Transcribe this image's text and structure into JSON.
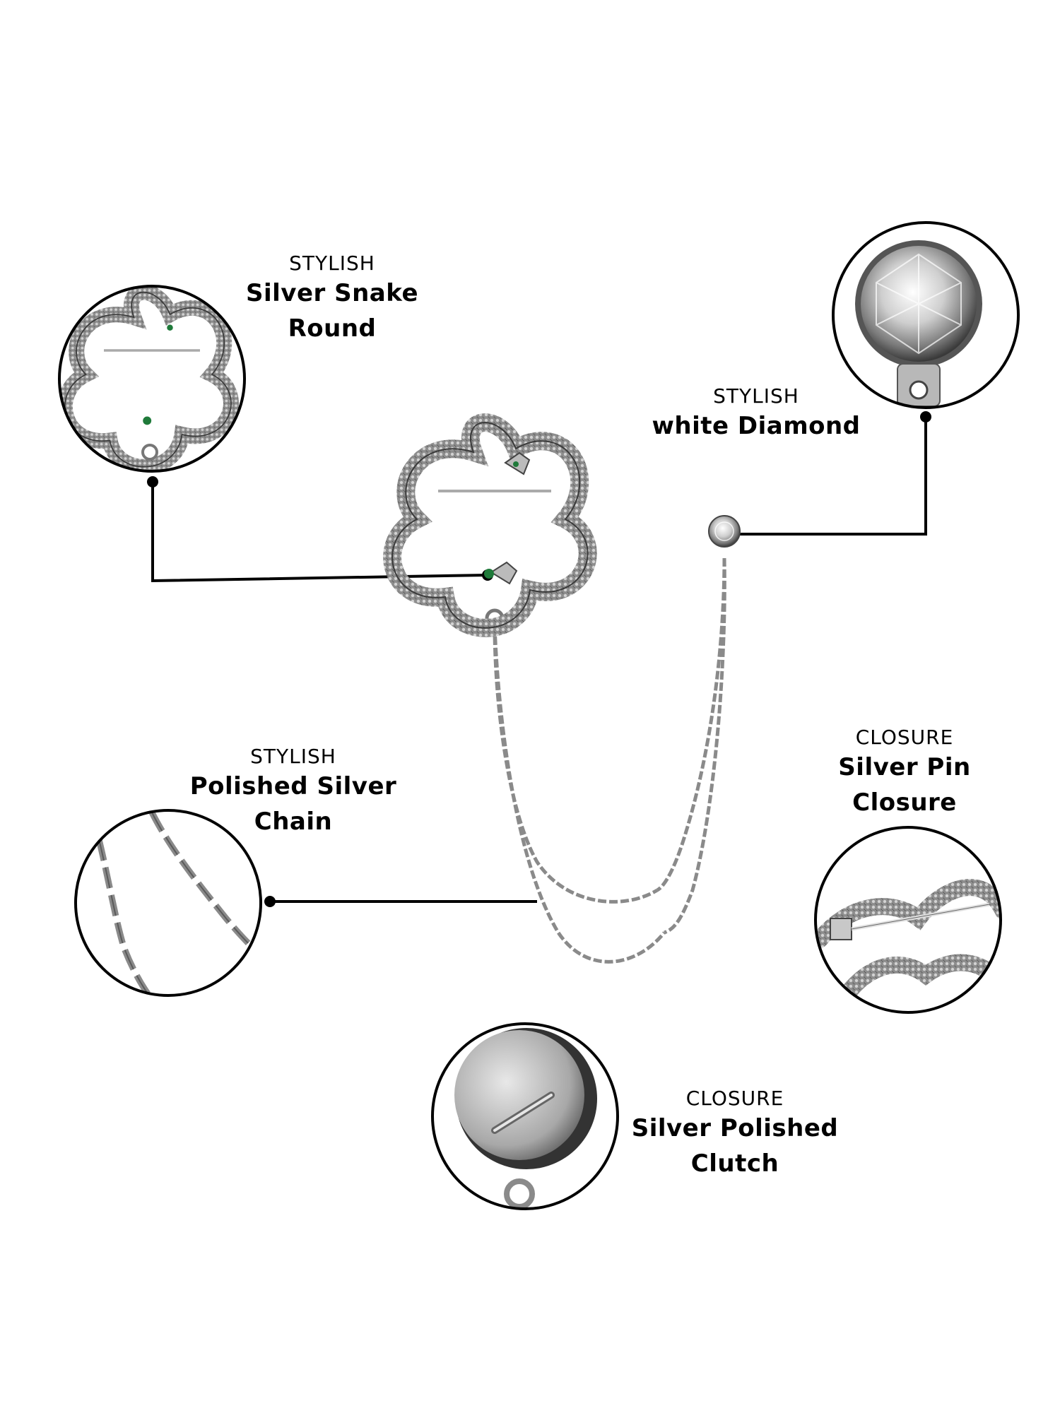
{
  "features": [
    {
      "kicker": "STYLISH",
      "title_line1": "Silver Snake",
      "title_line2": "Round"
    },
    {
      "kicker": "STYLISH",
      "title_line1": "white Diamond",
      "title_line2": ""
    },
    {
      "kicker": "STYLISH",
      "title_line1": "Polished Silver",
      "title_line2": "Chain"
    },
    {
      "kicker": "CLOSURE",
      "title_line1": "Silver Pin",
      "title_line2": "Closure"
    },
    {
      "kicker": "CLOSURE",
      "title_line1": "Silver Polished",
      "title_line2": "Clutch"
    }
  ],
  "colors": {
    "outline": "#000000",
    "silver": "#9a9a9a",
    "silver_dark": "#4a4a4a",
    "silver_light": "#d6d6d6",
    "emerald": "#1f7a3a"
  },
  "icons": [
    "snake-brooch-zoom",
    "diamond-stud-zoom",
    "chain-zoom",
    "pin-closure-zoom",
    "clutch-zoom"
  ]
}
